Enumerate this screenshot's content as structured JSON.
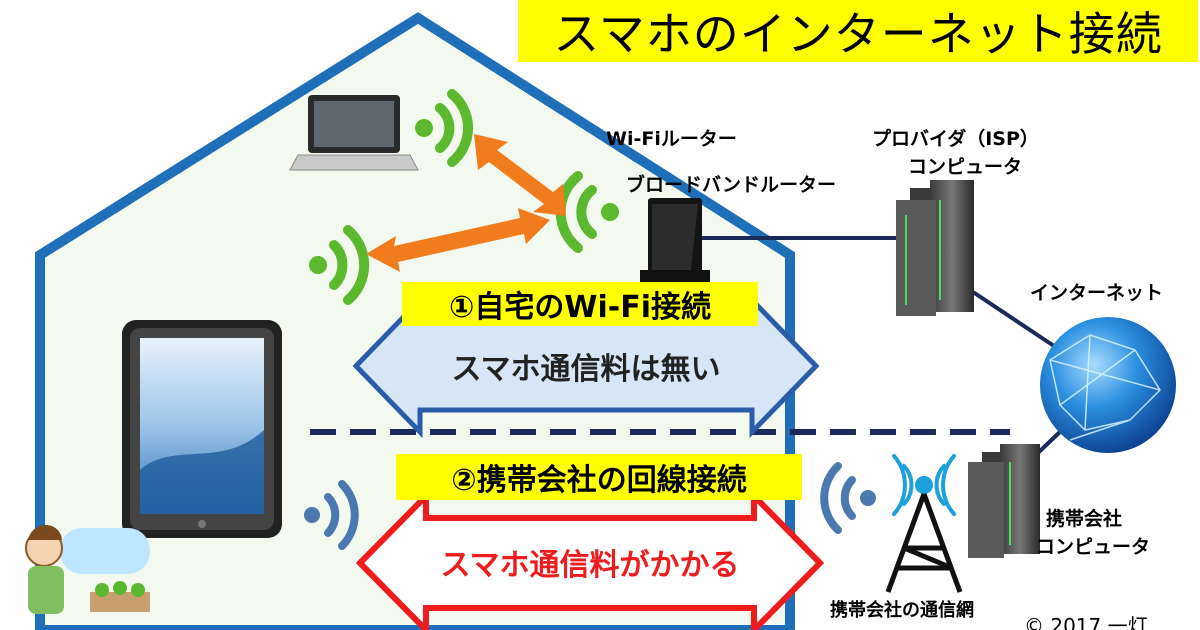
{
  "title": "スマホのインターネット接続",
  "labels": {
    "wifi_router": "Wi-Fiルーター",
    "broadband_router": "ブロードバンドルーター",
    "provider_line1": "プロバイダ（ISP）",
    "provider_line2": "コンピュータ",
    "internet": "インターネット",
    "carrier_computer_line1": "携帯会社",
    "carrier_computer_line2": "コンピュータ",
    "carrier_network": "携帯会社の通信網",
    "copyright": "© 2017 一灯"
  },
  "paths": {
    "home_wifi_label": "①自宅のWi-Fi接続",
    "home_wifi_cost": "スマホ通信料は無い",
    "carrier_label": "②携帯会社の回線接続",
    "carrier_cost": "スマホ通信料がかかる"
  },
  "colors": {
    "house_outline": "#1f6fb8",
    "house_fill": "#f3f9ee",
    "wifi_green": "#5cb82e",
    "orange_arrow": "#f07c1e",
    "blue_arrow_fill": "#d6e6f7",
    "blue_arrow_stroke": "#2b5ca8",
    "red_arrow_stroke": "#ee1c1c",
    "red_text": "#ee1c1c",
    "signal_blue": "#4c78b0",
    "network_line": "#1a2a5a",
    "title_bg": "#ffff00"
  }
}
